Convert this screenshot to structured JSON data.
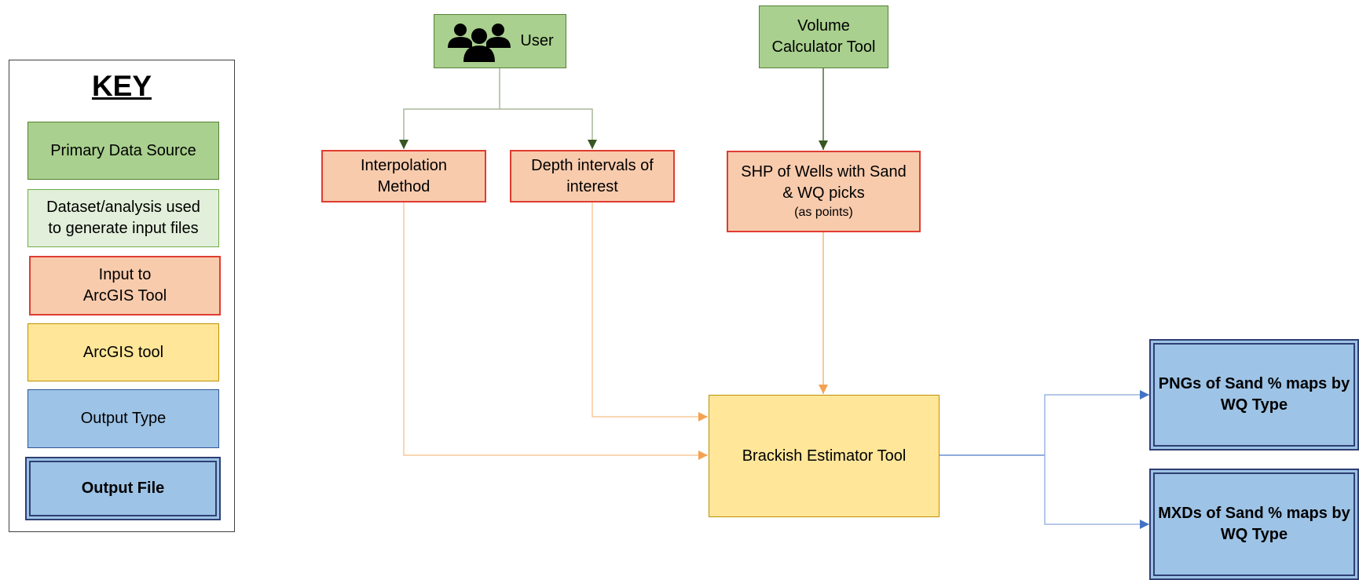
{
  "key": {
    "title": "KEY",
    "items": [
      "Primary Data Source",
      [
        "Dataset/analysis used",
        "to generate input files"
      ],
      [
        "Input to",
        "ArcGIS Tool"
      ],
      "ArcGIS tool",
      "Output Type",
      "Output File"
    ]
  },
  "nodes": {
    "user": "User",
    "volume_calculator": [
      "Volume",
      "Calculator Tool"
    ],
    "interpolation": [
      "Interpolation",
      "Method"
    ],
    "depth": [
      "Depth intervals of",
      "interest"
    ],
    "shp": [
      "SHP of Wells with Sand",
      "& WQ picks"
    ],
    "shp_note": "(as points)",
    "brackish": "Brackish Estimator Tool",
    "pngs": [
      "PNGs of Sand % maps by",
      "WQ Type"
    ],
    "mxds": [
      "MXDs of Sand % maps by",
      "WQ Type"
    ]
  },
  "icons": {
    "user": "user-group-icon"
  },
  "colors": {
    "primary_data_source": "#a9d08e",
    "dataset": "#e2efda",
    "input": "#f8cbad",
    "tool": "#ffe699",
    "output": "#9dc3e6",
    "green_arrow": "#375623",
    "orange_arrow": "#f4a251",
    "blue_arrow": "#4472c4"
  }
}
